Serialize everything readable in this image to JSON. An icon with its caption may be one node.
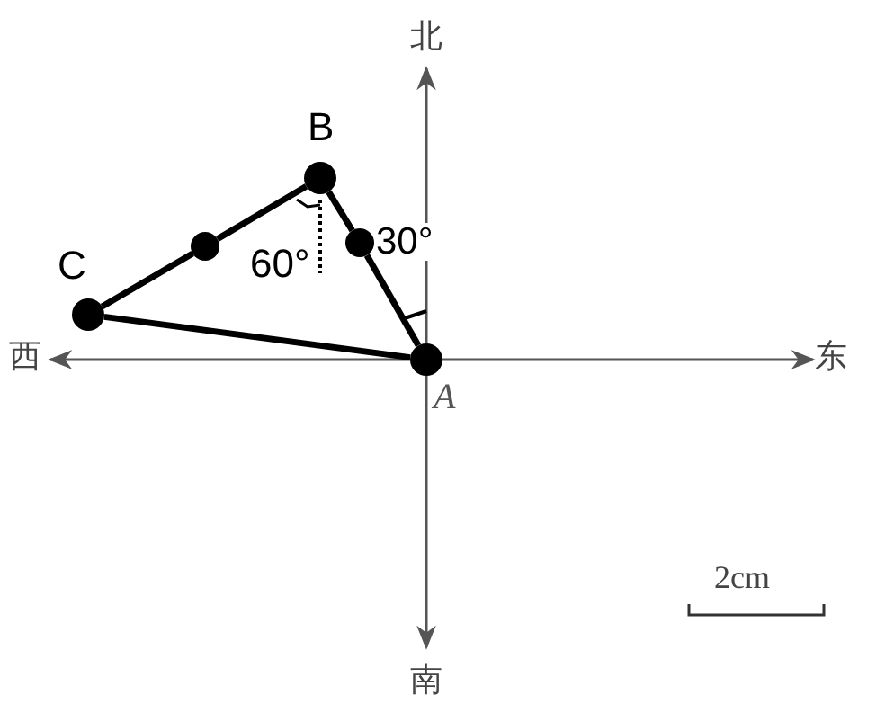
{
  "diagram": {
    "nodes": [
      {
        "text": [],
        "shape": "circle",
        "beside": [
          "B"
        ]
      },
      {
        "text": [],
        "shape": "circle",
        "beside": [
          "C"
        ]
      },
      {
        "text": [],
        "shape": "circle"
      },
      {
        "text": [],
        "shape": "circle"
      },
      {
        "text": [],
        "shape": "circle",
        "beside": [
          "A"
        ]
      }
    ],
    "edges": [
      {
        "from": 1,
        "to": 2,
        "arrow": "none"
      },
      {
        "from": 2,
        "to": 0,
        "arrow": "none"
      },
      {
        "from": 0,
        "to": 3,
        "arrow": "none"
      },
      {
        "from": 3,
        "to": 4,
        "arrow": "none"
      },
      {
        "from": 1,
        "to": 4,
        "arrow": "none"
      }
    ],
    "labels": [
      "北",
      "60°",
      "30°",
      "西",
      "东",
      "2cm",
      "南"
    ]
  }
}
